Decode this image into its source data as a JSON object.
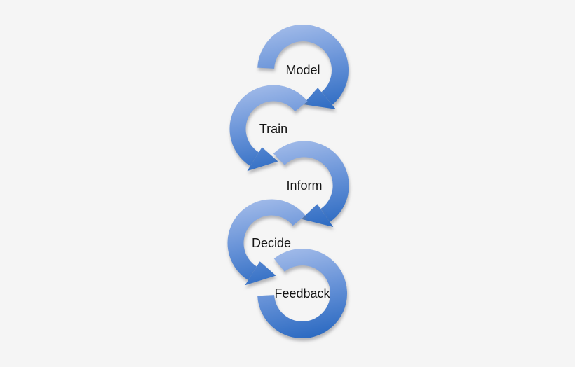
{
  "background_color": "#f5f5f5",
  "diagram": {
    "type": "cascading-cycle-flow",
    "flow_direction": "top-to-bottom",
    "flow_order": [
      "Model",
      "Train",
      "Inform",
      "Decide",
      "Feedback"
    ],
    "nodes": [
      {
        "label": "Model"
      },
      {
        "label": "Train"
      },
      {
        "label": "Inform"
      },
      {
        "label": "Decide"
      },
      {
        "label": "Feedback"
      }
    ],
    "colors": {
      "arc_light": "#a2bbe9",
      "arc_mid": "#6b95d9",
      "arc_dark": "#2a69c1",
      "label_text": "#141414",
      "shadow": "rgba(118,118,124,0.5)"
    }
  }
}
